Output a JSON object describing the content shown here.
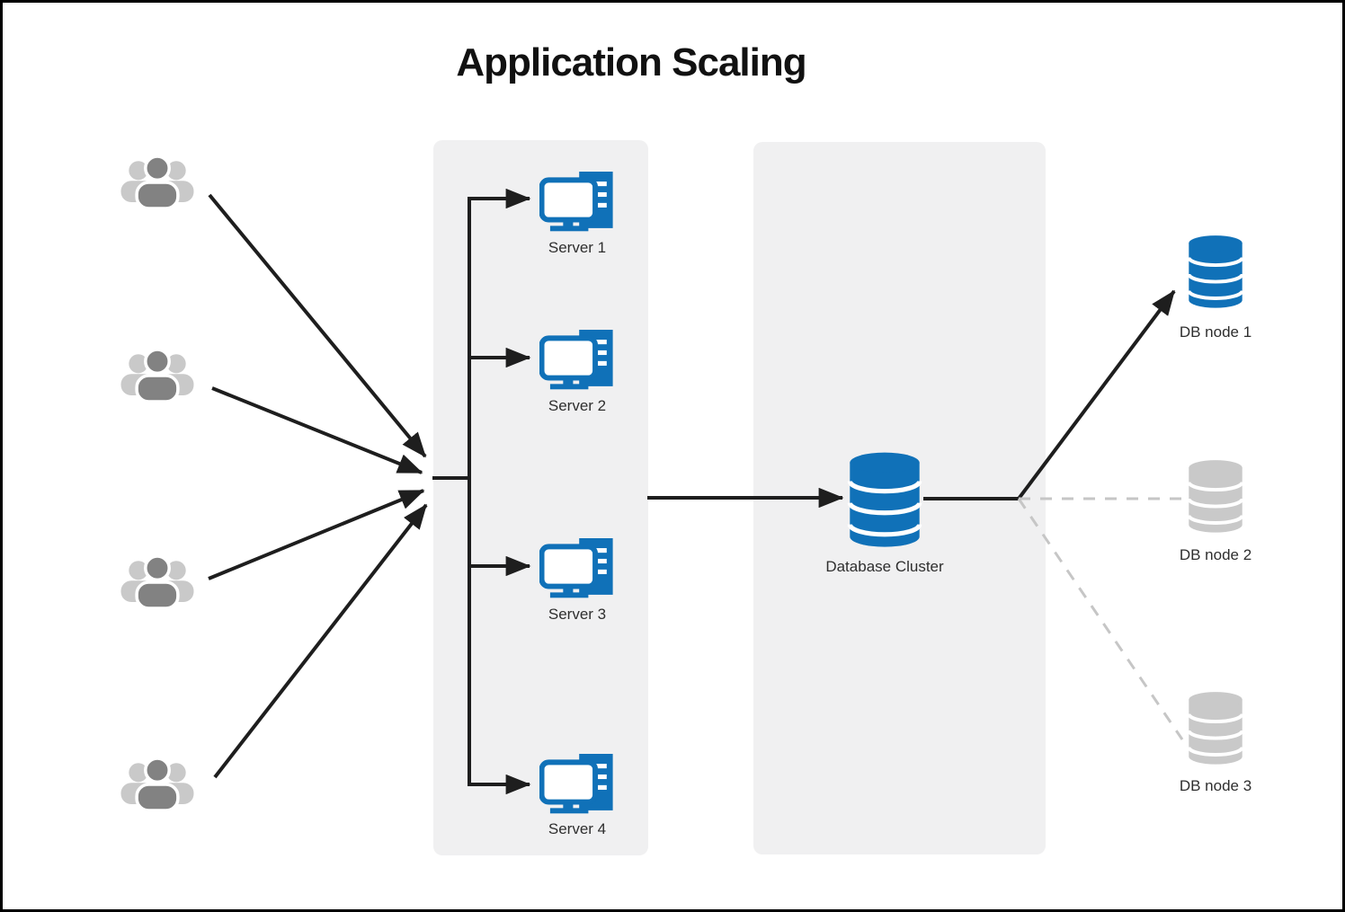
{
  "title": "Application Scaling",
  "clients": {
    "count": 4,
    "icon": "user-group-icon"
  },
  "app_tier": {
    "servers": [
      {
        "label": "Server 1"
      },
      {
        "label": "Server 2"
      },
      {
        "label": "Server 3"
      },
      {
        "label": "Server 4"
      }
    ]
  },
  "data_tier": {
    "cluster_label": "Database Cluster",
    "nodes": [
      {
        "label": "DB node 1",
        "state": "active"
      },
      {
        "label": "DB node 2",
        "state": "inactive"
      },
      {
        "label": "DB node 3",
        "state": "inactive"
      }
    ]
  },
  "colors": {
    "accent_blue": "#1071B8",
    "panel_gray": "#F0F0F1",
    "inactive_gray": "#C9C9C9",
    "arrow_black": "#1E1E1E",
    "dashed_gray": "#C6C6C6",
    "label_text": "#2E2E2E"
  }
}
